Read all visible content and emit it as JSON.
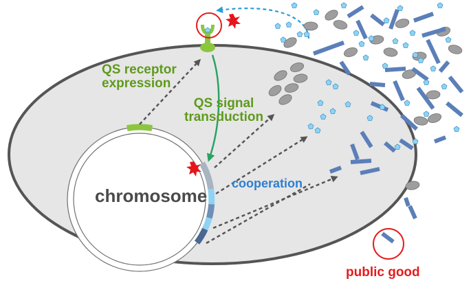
{
  "labels": {
    "qs_receptor": [
      "QS receptor",
      "expression"
    ],
    "qs_signal": [
      "QS signal",
      "transduction"
    ],
    "chromosome": "chromosome",
    "cooperation": "cooperation",
    "public_good": "public good"
  },
  "colors": {
    "cell_fill": "#e6e6e6",
    "cell_border": "#555555",
    "receptor_green": "#8cc63f",
    "qs_label_green": "#5f9a1c",
    "signal_arrow_green": "#2aa363",
    "signal_molecule": "#8fd3f4",
    "dashed_signal_blue": "#2a9dd8",
    "rod": "#5b7fb8",
    "public_good_red": "#e41b1b",
    "cooperation_blue": "#2e7fcf",
    "ellipse_grey": "#9e9e9e"
  },
  "icons": {
    "mutation": "red-star-burst-icon",
    "receptor": "green-receptor-icon",
    "signal_molecule": "pentagon-icon"
  }
}
